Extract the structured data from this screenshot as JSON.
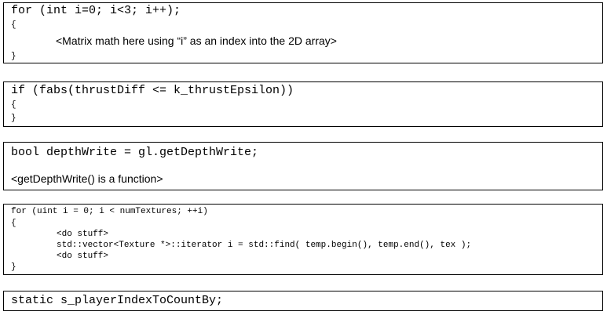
{
  "snippets": [
    {
      "lines": [
        "for (int i=0; i<3; i++);",
        "{",
        "<Matrix math here using “i” as an index into the 2D array>",
        "}"
      ]
    },
    {
      "lines": [
        "if (fabs(thrustDiff <= k_thrustEpsilon))",
        "{",
        "}"
      ]
    },
    {
      "lines": [
        "bool depthWrite = gl.getDepthWrite;",
        "<getDepthWrite() is a function>"
      ]
    },
    {
      "lines": [
        "for (uint i = 0; i < numTextures; ++i)",
        "{",
        "<do stuff>",
        "std::vector<Texture *>::iterator i = std::find( temp.begin(), temp.end(), tex );",
        "<do stuff>",
        "}"
      ]
    },
    {
      "lines": [
        "static s_playerIndexToCountBy;"
      ]
    }
  ]
}
